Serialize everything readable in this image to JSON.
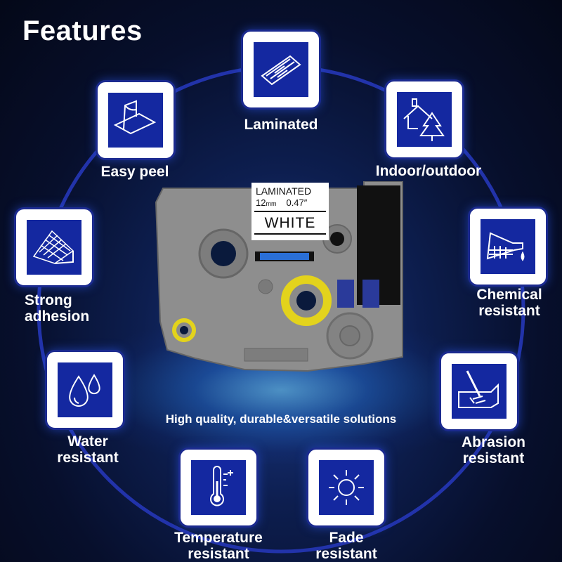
{
  "title": "Features",
  "tagline": "High quality, durable&versatile solutions",
  "cartridge": {
    "label_type": "LAMINATED",
    "size_mm": "12",
    "size_mm_unit": "mm",
    "size_in": "0.47″",
    "tape_color": "WHITE"
  },
  "features": [
    {
      "label": "Laminated",
      "icon": "laminated-tape-icon"
    },
    {
      "label": "Indoor/outdoor",
      "icon": "house-tree-icon"
    },
    {
      "label": "Chemical resistant",
      "line1": "Chemical",
      "line2": "resistant",
      "icon": "chemical-flask-icon"
    },
    {
      "label": "Abrasion resistant",
      "line1": "Abrasion",
      "line2": "resistant",
      "icon": "abrasion-scrape-icon"
    },
    {
      "label": "Fade resistant",
      "line1": "Fade",
      "line2": "resistant",
      "icon": "sun-icon"
    },
    {
      "label": "Temperature resistant",
      "line1": "Temperature",
      "line2": "resistant",
      "icon": "thermometer-icon"
    },
    {
      "label": "Water resistant",
      "line1": "Water",
      "line2": "resistant",
      "icon": "water-drops-icon"
    },
    {
      "label": "Strong adhesion",
      "line1": "Strong",
      "line2": "adhesion",
      "icon": "adhesion-mesh-icon"
    },
    {
      "label": "Easy peel",
      "icon": "peel-label-icon"
    }
  ],
  "colors": {
    "background": "#070f2c",
    "tile_blue": "#1428a0",
    "ring": "#2233aa",
    "cartridge_gray": "#8e8e8e",
    "reel_yellow": "#e3d31c"
  }
}
